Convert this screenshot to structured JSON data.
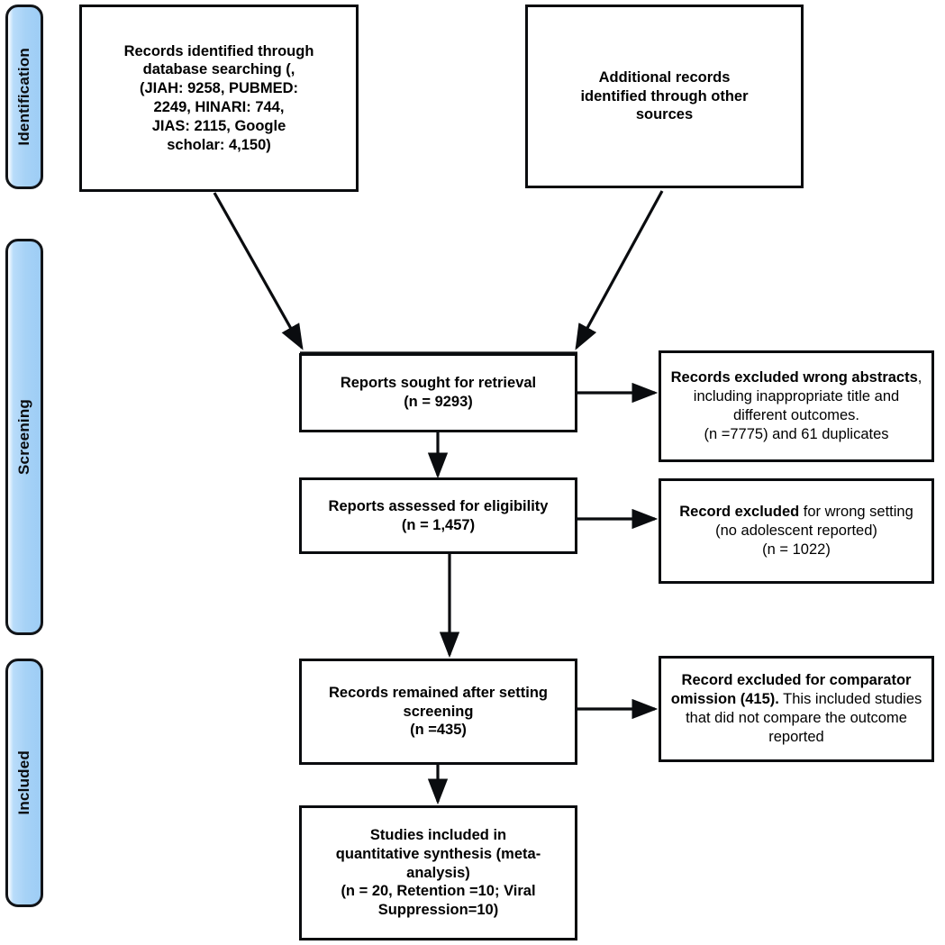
{
  "diagram": {
    "type": "prisma-flow-diagram",
    "title": "PRISMA study selection flow diagram",
    "colors": {
      "phase_bar_fill": "#a6d2f6",
      "phase_bar_border": "#111418",
      "box_border": "#0a0c0f",
      "box_fill": "#ffffff",
      "text": "#000000"
    }
  },
  "phases": [
    {
      "id": "identification",
      "label": "Identification"
    },
    {
      "id": "screening",
      "label": "Screening"
    },
    {
      "id": "included",
      "label": "Included"
    }
  ],
  "boxes": {
    "records_identified": {
      "id": "records-identified-database",
      "lines": [
        "Records identified through",
        "database searching (,",
        "(JIAH: 9258, PUBMED:",
        "2249, HINARI: 744,",
        "JIAS: 2115, Google",
        "scholar: 4,150)"
      ],
      "sources": [
        {
          "name": "JIAH",
          "count": 9258
        },
        {
          "name": "PUBMED",
          "count": 2249
        },
        {
          "name": "HINARI",
          "count": 744
        },
        {
          "name": "JIAS",
          "count": 2115
        },
        {
          "name": "Google scholar",
          "count": 4150
        }
      ]
    },
    "additional_records": {
      "id": "additional-records-other-sources",
      "lines": [
        "Additional records",
        "identified through other",
        "sources"
      ]
    },
    "reports_sought": {
      "id": "reports-sought-for-retrieval",
      "lines": [
        "Reports sought for retrieval",
        "(n = 9293)"
      ],
      "n": 9293
    },
    "records_excluded_abstracts": {
      "id": "records-excluded-wrong-abstracts",
      "bold_lead": "Records excluded wrong abstracts",
      "rest": ", including inappropriate title and different outcomes.",
      "tail": "(n =7775) and 61 duplicates",
      "n": 7775,
      "duplicates": 61
    },
    "reports_assessed": {
      "id": "reports-assessed-for-eligibility",
      "lines": [
        "Reports assessed for eligibility",
        "(n = 1,457)"
      ],
      "n": 1457
    },
    "record_excluded_setting": {
      "id": "record-excluded-wrong-setting",
      "bold_lead": "Record excluded",
      "rest": " for wrong setting (no adolescent reported)",
      "tail": "(n = 1022)",
      "n": 1022
    },
    "records_remained": {
      "id": "records-remained-after-setting-screening",
      "lines": [
        "Records remained after setting",
        "screening",
        "(n =435)"
      ],
      "n": 435
    },
    "record_excluded_comparator": {
      "id": "record-excluded-comparator-omission",
      "bold_lead": "Record excluded for comparator omission (415).",
      "rest": " This included studies that did not compare the outcome reported",
      "n": 415
    },
    "studies_included": {
      "id": "studies-included-quantitative-synthesis",
      "lines": [
        "Studies included in",
        "quantitative synthesis (meta-",
        "analysis)",
        "(n = 20, Retention =10; Viral",
        "Suppression=10)"
      ],
      "n": 20,
      "retention": 10,
      "viral_suppression": 10
    }
  }
}
